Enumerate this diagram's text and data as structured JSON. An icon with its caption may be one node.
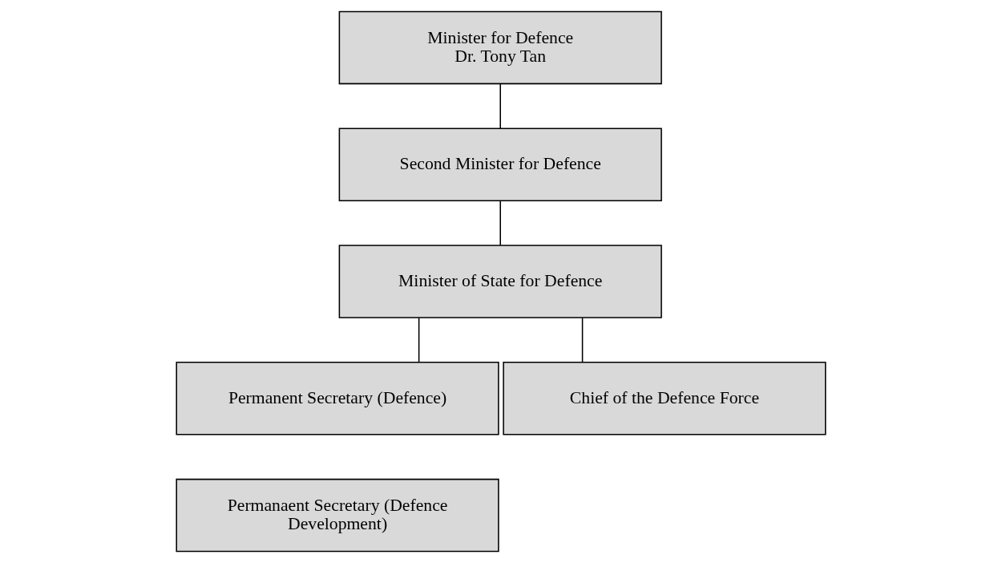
{
  "diagram": {
    "nodes": [
      {
        "text": [
          "Minister for Defence",
          "Dr. Tony Tan"
        ]
      },
      {
        "text": [
          "Second Minister for Defence"
        ]
      },
      {
        "text": [
          "Minister of State for Defence"
        ]
      },
      {
        "text": [
          "Permanent Secretary (Defence)"
        ]
      },
      {
        "text": [
          "Chief of the Defence Force"
        ]
      },
      {
        "text": [
          "Permanaent Secretary (Defence Development)"
        ]
      }
    ],
    "edges": [
      {
        "from": 0,
        "to": 1,
        "arrow": "none"
      },
      {
        "from": 1,
        "to": 2,
        "arrow": "none"
      },
      {
        "from": 2,
        "to": 3,
        "arrow": "none"
      },
      {
        "from": 2,
        "to": 4,
        "arrow": "none"
      }
    ]
  }
}
